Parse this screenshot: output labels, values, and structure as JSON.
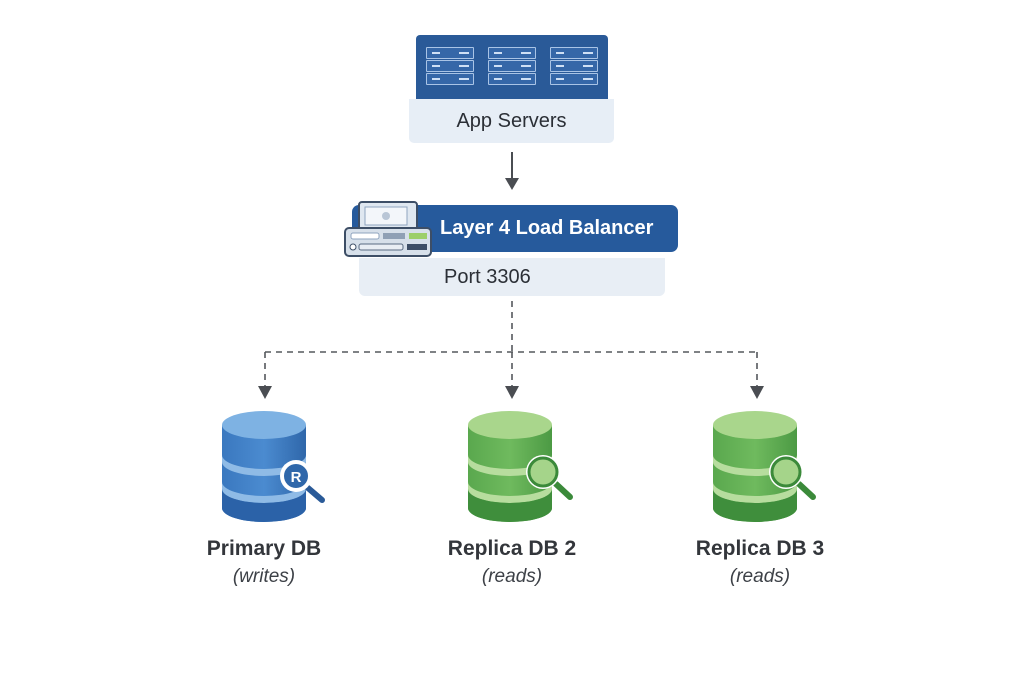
{
  "diagram": {
    "app_servers": {
      "label": "App Servers",
      "icon": "server-rack-icon",
      "rack_count": 3
    },
    "load_balancer": {
      "title": "Layer 4 Load Balancer",
      "port_label": "Port 3306",
      "icon": "load-balancer-appliance-icon"
    },
    "databases": [
      {
        "name": "Primary DB",
        "role": "(writes)",
        "color": "#3a7cc4",
        "icon": "database-search-icon"
      },
      {
        "name": "Replica DB 2",
        "role": "(reads)",
        "color": "#5aa84e",
        "icon": "database-search-icon"
      },
      {
        "name": "Replica DB 3",
        "role": "(reads)",
        "color": "#5aa84e",
        "icon": "database-search-icon"
      }
    ],
    "connections": [
      {
        "from": "App Servers",
        "to": "Layer 4 Load Balancer",
        "style": "solid"
      },
      {
        "from": "Layer 4 Load Balancer",
        "to": "Primary DB",
        "style": "dashed"
      },
      {
        "from": "Layer 4 Load Balancer",
        "to": "Replica DB 2",
        "style": "dashed"
      },
      {
        "from": "Layer 4 Load Balancer",
        "to": "Replica DB 3",
        "style": "dashed"
      }
    ],
    "colors": {
      "primary_blue": "#2a5a98",
      "replica_green": "#4e9e45",
      "label_bg": "#e7eef6",
      "arrow": "#4a4d52"
    }
  }
}
